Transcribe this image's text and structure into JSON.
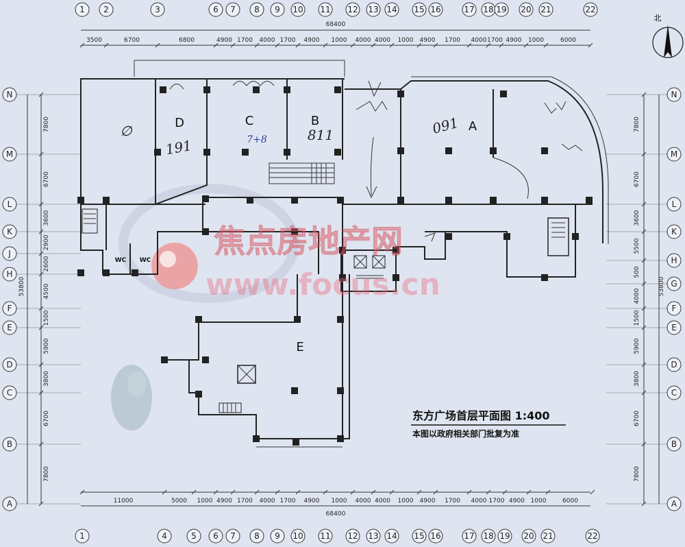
{
  "title": "东方广场首层平面图 1:400",
  "subtitle": "本图以政府相关部门批复为准",
  "north_label": "北",
  "watermark": {
    "cn": "焦点房地产网",
    "url": "www.focus.cn"
  },
  "top_axes": [
    "1",
    "2",
    "3",
    "6",
    "7",
    "8",
    "9",
    "10",
    "11",
    "12",
    "13",
    "14",
    "15",
    "16",
    "17",
    "18",
    "19",
    "20",
    "21",
    "22"
  ],
  "top_dims": [
    "3500",
    "6700",
    "6800",
    "4900",
    "1700",
    "4000",
    "1700",
    "4900",
    "1000",
    "4000",
    "4000",
    "1000",
    "4900",
    "1700",
    "4000",
    "1700",
    "4900",
    "1000",
    "6000"
  ],
  "top_total": "68400",
  "bottom_axes": [
    "1",
    "4",
    "5",
    "6",
    "7",
    "8",
    "9",
    "10",
    "11",
    "12",
    "13",
    "14",
    "15",
    "16",
    "17",
    "18",
    "19",
    "20",
    "21",
    "22"
  ],
  "bottom_dims": [
    "11000",
    "5000",
    "1000",
    "4900",
    "1700",
    "4000",
    "1700",
    "4900",
    "1000",
    "4000",
    "4000",
    "1000",
    "4900",
    "1700",
    "4000",
    "1700",
    "4900",
    "1000",
    "6000"
  ],
  "bottom_total": "68400",
  "left_axes": [
    "N",
    "M",
    "L",
    "K",
    "J",
    "H",
    "F",
    "E",
    "D",
    "C",
    "B",
    "A"
  ],
  "left_dims": [
    "7800",
    "6700",
    "3600",
    "2900",
    "2600",
    "4500",
    "1500",
    "5900",
    "3800",
    "6700",
    "7800"
  ],
  "left_total": "53800",
  "right_axes": [
    "N",
    "M",
    "L",
    "K",
    "H",
    "G",
    "F",
    "E",
    "D",
    "C",
    "B",
    "A"
  ],
  "right_dims": [
    "7800",
    "6700",
    "3600",
    "5500",
    "500",
    "4000",
    "1500",
    "5900",
    "3800",
    "6700",
    "7800"
  ],
  "right_total": "53800",
  "rooms": {
    "A": "A",
    "B": "B",
    "C": "C",
    "D": "D",
    "E": "E"
  },
  "handwriting": {
    "d": "191",
    "c": "7+8",
    "b": "811",
    "a": "091",
    "left": "∅"
  },
  "wc": "WC"
}
